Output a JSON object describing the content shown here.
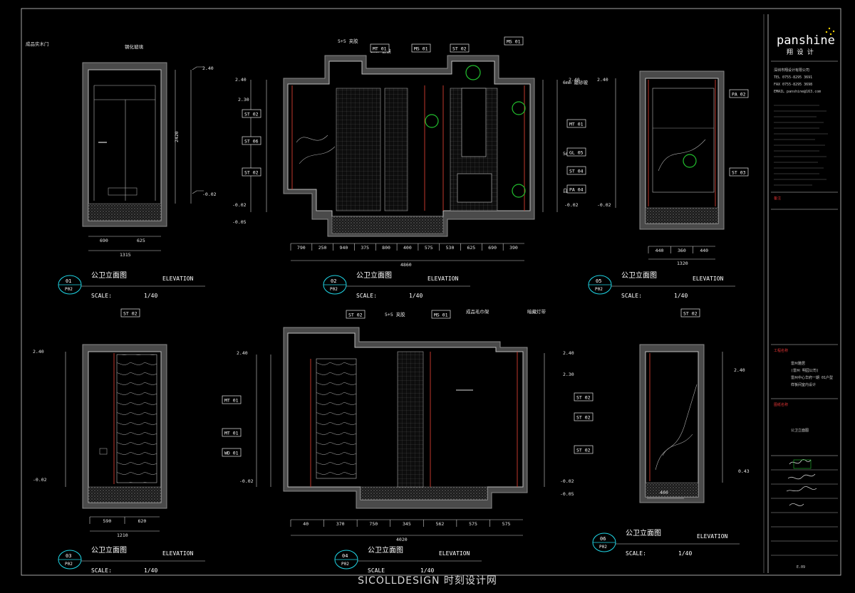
{
  "firm": {
    "logo_text": "panshine",
    "logo_sub": "翔 设 计",
    "contact_lines": [
      "深圳市翔设计有限公司",
      "TEL 0755-8295 3691",
      "FAX 0755-8295 3698",
      "EMAIL panshine@163.com"
    ],
    "notes_label": "备注",
    "project_label": "工程名称",
    "project_lines": [
      "雷州雅居",
      "(雷州 明园公司)",
      "雷州中心华府一期 01户型",
      "样板间室内设计"
    ],
    "drawing_name_label": "图纸名称",
    "drawing_name": "公卫立面图",
    "sheet_no": "E.09"
  },
  "views": [
    {
      "id": "01",
      "sheet": "P02",
      "title": "公卫立面图",
      "en": "ELEVATION",
      "scale_label": "SCALE:",
      "scale": "1/40"
    },
    {
      "id": "02",
      "sheet": "P02",
      "title": "公卫立面图",
      "en": "ELEVATION",
      "scale_label": "SCALE:",
      "scale": "1/40"
    },
    {
      "id": "05",
      "sheet": "P02",
      "title": "公卫立面图",
      "en": "ELEVATION",
      "scale_label": "SCALE:",
      "scale": "1/40"
    },
    {
      "id": "03",
      "sheet": "P02",
      "title": "公卫立面图",
      "en": "ELEVATION",
      "scale_label": "SCALE:",
      "scale": "1/40"
    },
    {
      "id": "04",
      "sheet": "P02",
      "title": "公卫立面图",
      "en": "ELEVATION",
      "scale_label": "SCALE",
      "scale": "1/40"
    },
    {
      "id": "06",
      "sheet": "P02",
      "title": "公卫立面图",
      "en": "ELEVATION",
      "scale_label": "SCALE:",
      "scale": "1/40"
    }
  ],
  "material_tags": {
    "v02_top": [
      "MT 01",
      "MS 01",
      "ST 02",
      "MS 01"
    ],
    "v02_left": [
      "ST 02",
      "ST 06",
      "ST 02"
    ],
    "v02_right": [
      "MT 01",
      "GL 05",
      "ST 04",
      "PA 04"
    ],
    "v05_right": [
      "PA 02",
      "ST 03"
    ],
    "v03_top": [
      "ST 02"
    ],
    "v04_top": [
      "ST 02",
      "MS 01"
    ],
    "v04_left": [
      "MT 01",
      "MT 01",
      "WD 01"
    ],
    "v04_right": [
      "ST 02",
      "ST 02",
      "ST 02"
    ],
    "v06_top": [
      "ST 02"
    ]
  },
  "levels": {
    "top": "2.40",
    "ceiling": "2.30",
    "floor_minus": "-0.02",
    "floor_minus2": "-0.05",
    "v06_right": "0.43"
  },
  "dims": {
    "v01_bottom": [
      "690",
      "625"
    ],
    "v01_total": "1315",
    "v01_side": "2420",
    "v02_bottom": [
      "790",
      "250",
      "940",
      "375",
      "800",
      "400",
      "575",
      "530",
      "625",
      "690",
      "390"
    ],
    "v02_total": "4860",
    "v05_bottom": [
      "440",
      "360",
      "440"
    ],
    "v05_total": "1320",
    "v03_bottom": [
      "590",
      "620"
    ],
    "v03_total": "1210",
    "v04_bottom": [
      "40",
      "370",
      "750",
      "345",
      "562",
      "575",
      "575"
    ],
    "v04_total": "4020",
    "v06_bottom": [
      "400"
    ]
  },
  "notes": {
    "v01_a": "成品实木门",
    "v01_b": "钢化玻璃",
    "v02_a": "5+5 夹胶",
    "v02_b": "5mm 银镜",
    "v04_a": "5+5 夹胶",
    "v04_b": "成品毛巾架",
    "v04_c": "暗藏灯带",
    "v02_r1": "6mm 磨砂玻",
    "v02_r2": "5mm 清玻",
    "v02_r3": "白色乳胶漆"
  },
  "watermark": "SICOLLDESIGN 时刻设计网"
}
